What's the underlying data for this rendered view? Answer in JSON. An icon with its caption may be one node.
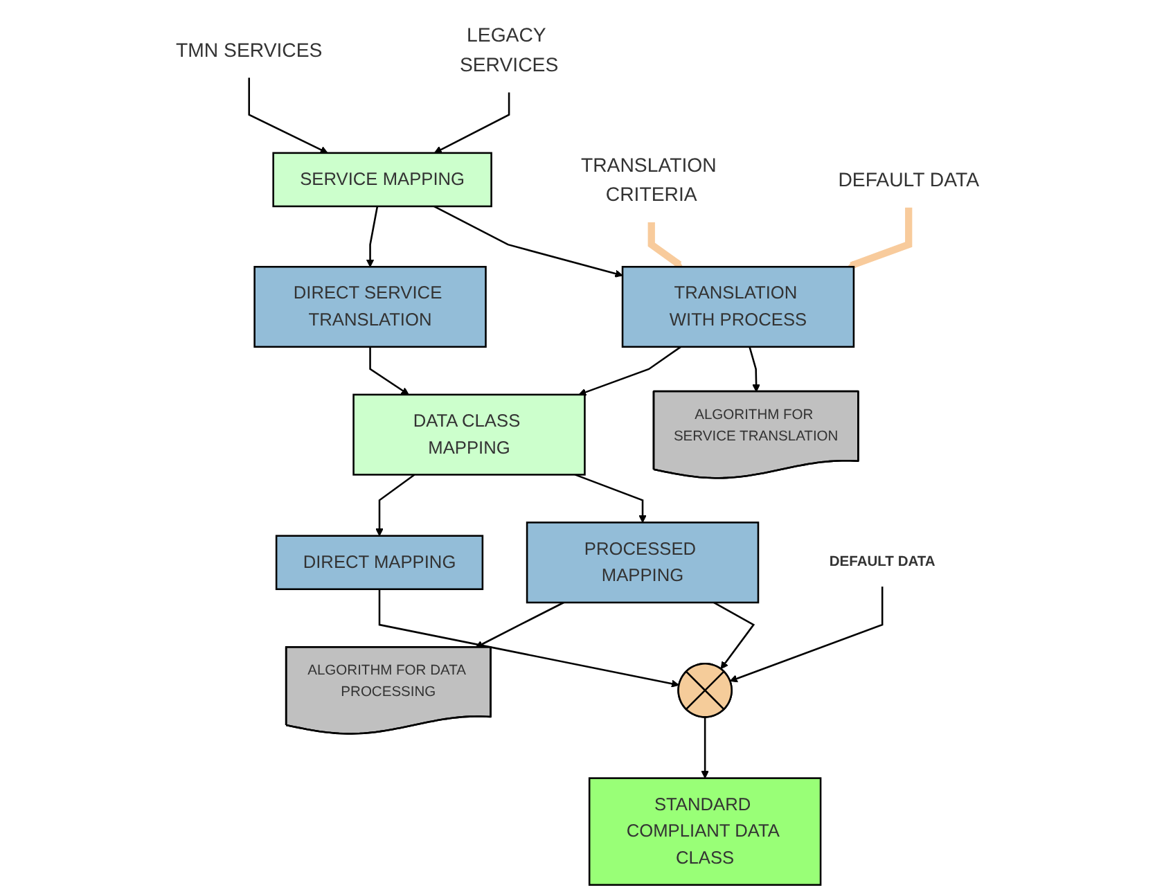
{
  "diagram": {
    "nodes": [
      {
        "text": [
          "TMN SERVICES"
        ]
      },
      {
        "text": [
          "LEGACY SERVICES"
        ]
      },
      {
        "text": [
          "SERVICE MAPPING"
        ]
      },
      {
        "text": [
          "DIRECT SERVICE TRANSLATION"
        ]
      },
      {
        "text": [
          "TRANSLATION WITH PROCESS"
        ]
      },
      {
        "text": [
          "TRANSLATION CRITERIA"
        ]
      },
      {
        "text": [
          "DEFAULT DATA"
        ]
      },
      {
        "text": [
          "ALGORITHM FOR SERVICE TRANSLATION"
        ]
      },
      {
        "text": [
          "DATA CLASS MAPPING"
        ]
      },
      {
        "text": [
          "DIRECT MAPPING"
        ]
      },
      {
        "text": [
          "PROCESSED MAPPING"
        ]
      },
      {
        "text": [
          "ALGORITHM FOR DATA PROCESSING"
        ]
      },
      {
        "text": [],
        "shape": "circle"
      },
      {
        "text": [
          "DEFAULT DATA"
        ]
      },
      {
        "text": [
          "STANDARD COMPLIANT DATA CLASS"
        ]
      }
    ],
    "edges": [
      {
        "from": 0,
        "to": 2,
        "arrow": "to"
      },
      {
        "from": 1,
        "to": 2,
        "arrow": "to"
      },
      {
        "from": 2,
        "to": 3,
        "arrow": "to"
      },
      {
        "from": 2,
        "to": 4,
        "arrow": "to"
      },
      {
        "from": 5,
        "to": 4,
        "arrow": "to",
        "style": "thick",
        "color": "#f8cb9c"
      },
      {
        "from": 6,
        "to": 4,
        "arrow": "to",
        "style": "thick",
        "color": "#f8cb9c"
      },
      {
        "from": 3,
        "to": 8,
        "arrow": "to"
      },
      {
        "from": 4,
        "to": 8,
        "arrow": "to"
      },
      {
        "from": 4,
        "to": 7,
        "arrow": "to"
      },
      {
        "from": 8,
        "to": 9,
        "arrow": "to"
      },
      {
        "from": 8,
        "to": 10,
        "arrow": "to"
      },
      {
        "from": 10,
        "to": 11,
        "arrow": "to"
      },
      {
        "from": 9,
        "to": 12,
        "arrow": "to"
      },
      {
        "from": 10,
        "to": 12,
        "arrow": "to"
      },
      {
        "from": 13,
        "to": 12,
        "arrow": "to"
      },
      {
        "from": 12,
        "to": 14,
        "arrow": "to"
      }
    ]
  }
}
